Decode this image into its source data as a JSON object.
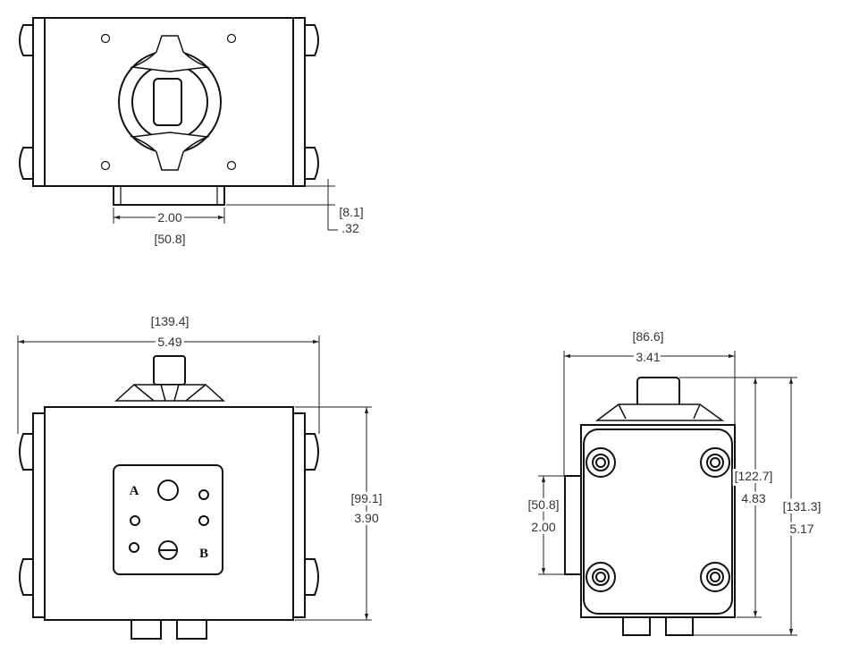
{
  "top_view": {
    "width_in": "2.00",
    "width_mm": "[50.8]",
    "height_mm": "[8.1]",
    "height_in": ".32"
  },
  "front_view": {
    "width_mm": "[139.4]",
    "width_in": "5.49",
    "height_mm": "[99.1]",
    "height_in": "3.90",
    "port_a": "A",
    "port_b": "B"
  },
  "side_view": {
    "width_mm": "[86.6]",
    "width_in": "3.41",
    "tab_mm": "[50.8]",
    "tab_in": "2.00",
    "body_mm": "[122.7]",
    "body_in": "4.83",
    "total_mm": "[131.3]",
    "total_in": "5.17"
  }
}
